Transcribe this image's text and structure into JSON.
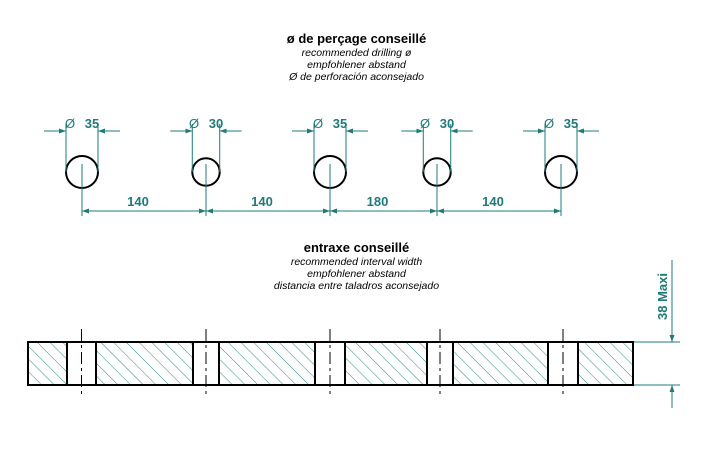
{
  "drilling": {
    "title": "ø de perçage conseillé",
    "subtitles": [
      "recommended drilling ø",
      "empfohlener abstand",
      "Ø de perforación aconsejado"
    ]
  },
  "interval": {
    "title": "entraxe conseillé",
    "subtitles": [
      "recommended interval width",
      "empfohlener abstand",
      "distancia entre taladros aconsejado"
    ]
  },
  "diameter_symbol": "Ø",
  "holes": [
    {
      "diameter": "35"
    },
    {
      "diameter": "30"
    },
    {
      "diameter": "35"
    },
    {
      "diameter": "30"
    },
    {
      "diameter": "35"
    }
  ],
  "spacings": [
    "140",
    "140",
    "180",
    "140"
  ],
  "max_height": "38 Maxi",
  "colors": {
    "dimension": "#1f7a7a",
    "line": "#000000",
    "hatch": "#2a8a8a"
  }
}
